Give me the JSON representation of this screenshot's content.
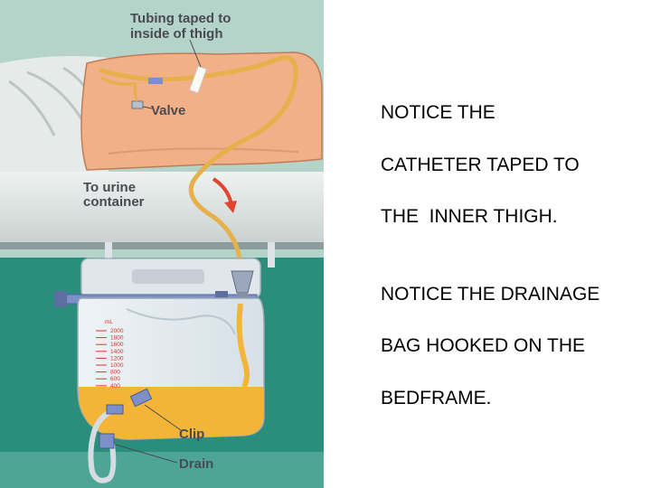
{
  "illustration": {
    "labels": {
      "tubing": [
        "Tubing taped to",
        "inside of thigh"
      ],
      "valve": "Valve",
      "urine": [
        "To urine",
        "container"
      ],
      "clip": "Clip",
      "drain": "Drain"
    },
    "bag_scale": {
      "unit": "mL",
      "marks": [
        "2000",
        "1800",
        "1600",
        "1400",
        "1200",
        "1000",
        "800",
        "600",
        "400"
      ]
    },
    "colors": {
      "panel_top": "#b4d3c9",
      "panel_bottom": "#2b8e7c",
      "skin": "#f2b088",
      "urine": "#f3b538",
      "tubing": "#e6b04a",
      "frame": "#7d8fc8",
      "arrow": "#e0432e"
    }
  },
  "notes": {
    "line1": "NOTICE THE",
    "line2": "CATHETER TAPED TO",
    "line3": "THE  INNER THIGH.",
    "line4": "NOTICE THE DRAINAGE",
    "line5": "BAG HOOKED ON THE",
    "line6": "BEDFRAME."
  }
}
